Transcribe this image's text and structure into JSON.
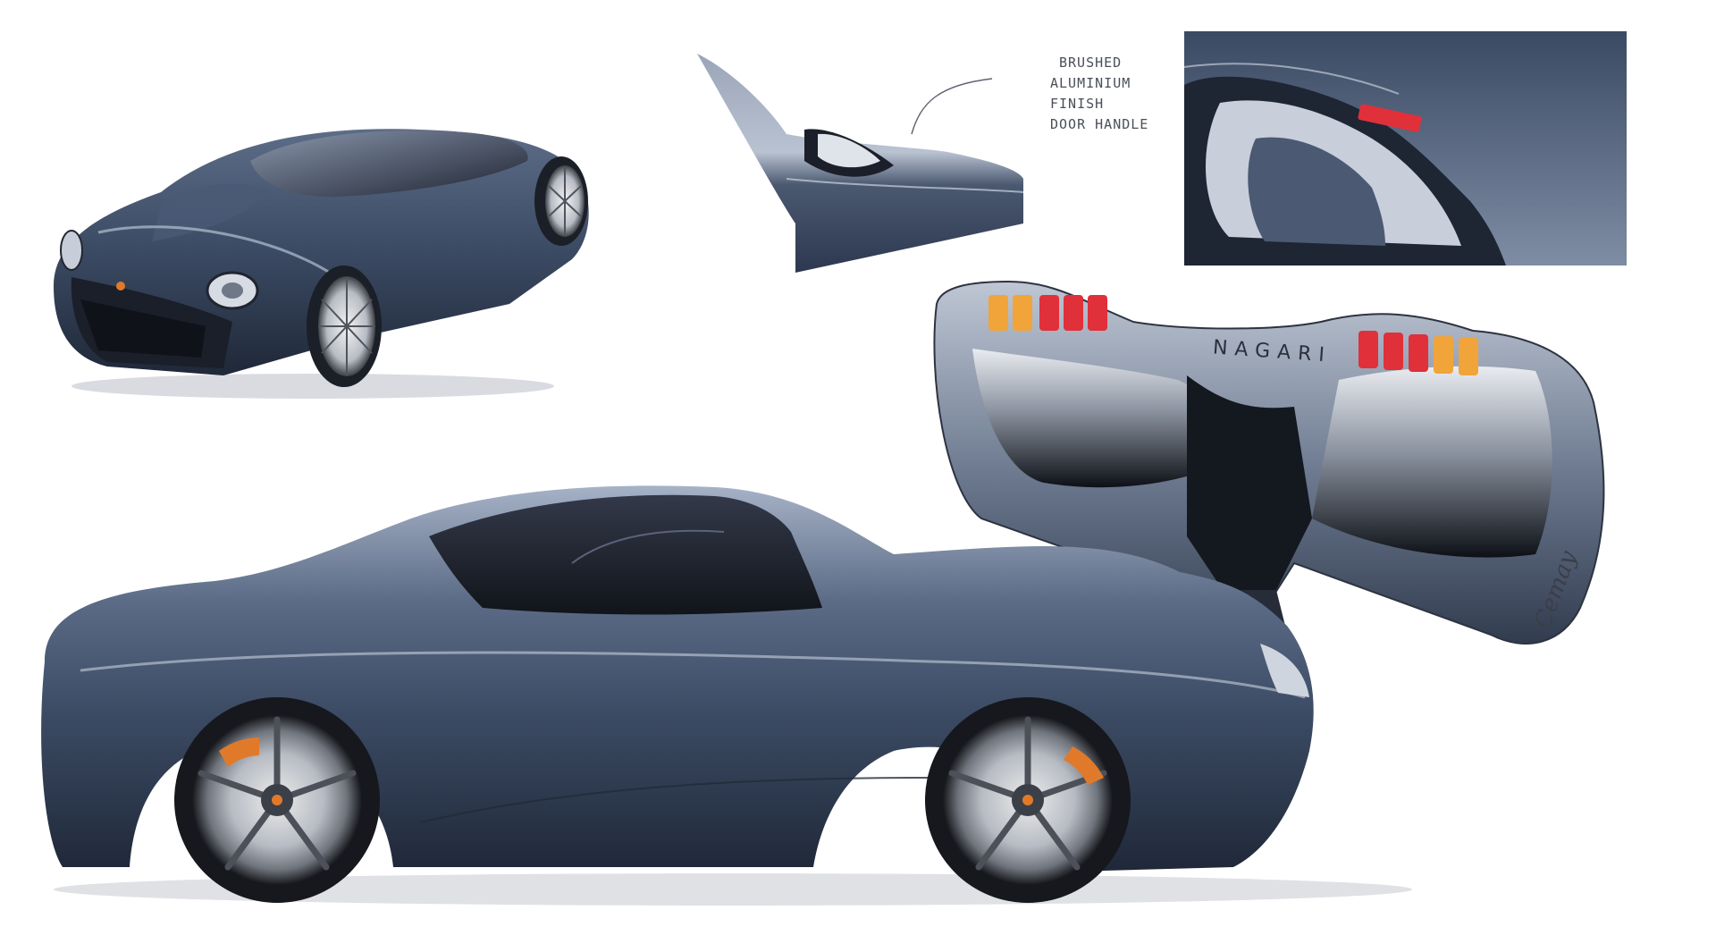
{
  "sketch_sheet": {
    "annotation": {
      "lines": [
        "BRUSHED",
        "ALUMINIUM",
        "FINISH",
        "DOOR HANDLE"
      ]
    },
    "badge_text": "NAGARI",
    "signature": "Cemay",
    "colors": {
      "body_blue": "#3b4a63",
      "body_dark": "#1f2838",
      "highlight": "#c9d3e3",
      "glass": "#2a2f38",
      "tail_red": "#e0303a",
      "tail_amber": "#f0a43a",
      "caliper_orange": "#e07a2a"
    }
  }
}
